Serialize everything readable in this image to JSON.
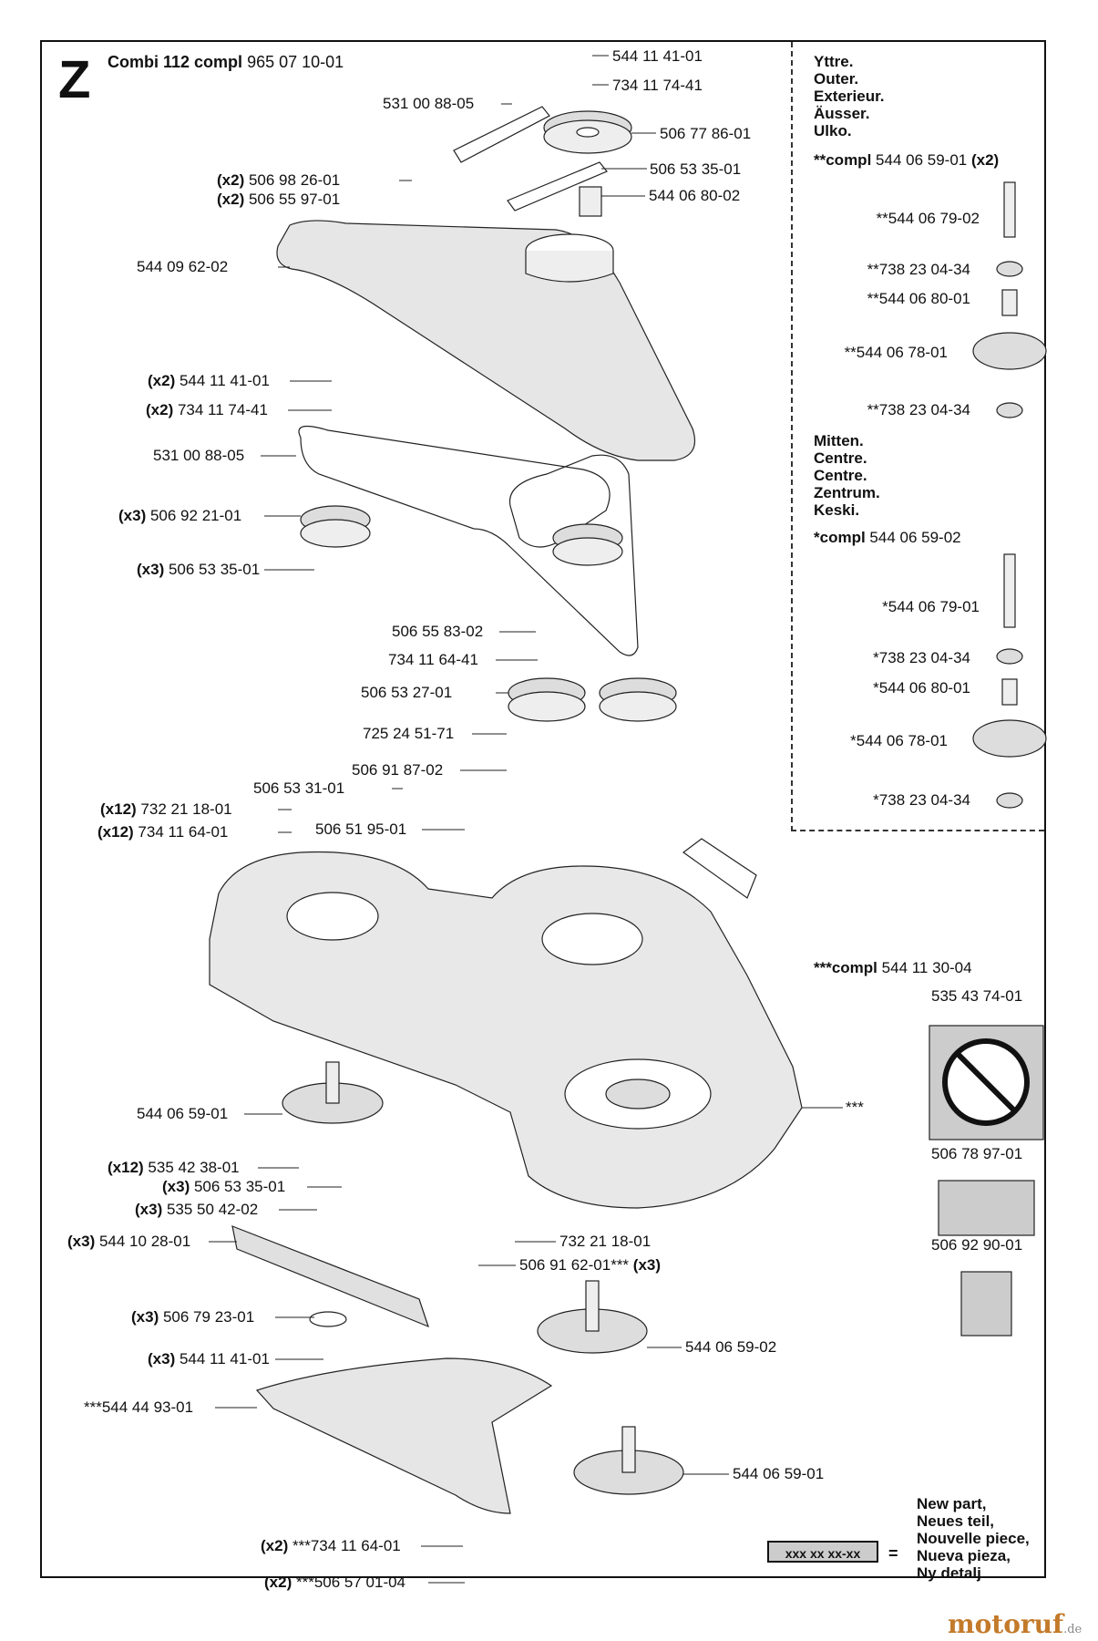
{
  "header": {
    "letter": "Z",
    "title_bold": "Combi 112  compl",
    "title_part": "965 07 10-01"
  },
  "labels": {
    "l1": "544 11 41-01",
    "l2": "734 11 74-41",
    "l3": "531 00 88-05",
    "l4": "506 77 86-01",
    "l5q": "(x2)",
    "l5": "506 98 26-01",
    "l6q": "(x2)",
    "l6": "506 55 97-01",
    "l7": "506 53 35-01",
    "l8": "544 06 80-02",
    "l9": "544 09 62-02",
    "l10q": "(x2)",
    "l10": "544 11 41-01",
    "l11q": "(x2)",
    "l11": "734 11 74-41",
    "l12": "531 00 88-05",
    "l13q": "(x3)",
    "l13": "506 92 21-01",
    "l14q": "(x3)",
    "l14": "506 53 35-01",
    "l15": "506 55 83-02",
    "l16": "734 11 64-41",
    "l17": "506 53 27-01",
    "l18": "725 24 51-71",
    "l19": "506 91 87-02",
    "l20": "506 53 31-01",
    "l21q": "(x12)",
    "l21": "732 21 18-01",
    "l22q": "(x12)",
    "l22": "734 11 64-01",
    "l23": "506 51 95-01",
    "l24": "544 06 59-01",
    "l25q": "(x12)",
    "l25": "535 42 38-01",
    "l26q": "(x3)",
    "l26": "506 53 35-01",
    "l27q": "(x3)",
    "l27": "535 50 42-02",
    "l28q": "(x3)",
    "l28": "544 10 28-01",
    "l29q": "(x3)",
    "l29": "506 79 23-01",
    "l30q": "(x3)",
    "l30": "544 11 41-01",
    "l31": "***544 44 93-01",
    "l32q": "(x2)",
    "l32": "***734 11 64-01",
    "l33q": "(x2)",
    "l33": "***506 57 01-04",
    "l34": "732 21 18-01",
    "l35": "506 91 62-01***",
    "l35q": "(x3)",
    "l36": "544 06 59-02",
    "l37": "544 06 59-01",
    "l38": "***"
  },
  "sidebar": {
    "outer": [
      "Yttre.",
      "Outer.",
      "Exterieur.",
      "Äusser.",
      "Ulko."
    ],
    "outer_compl_bold": "**compl",
    "outer_compl": "544 06 59-01",
    "outer_compl_q": "(x2)",
    "o1": "**544 06 79-02",
    "o2": "**738 23 04-34",
    "o3": "**544 06 80-01",
    "o4": "**544 06 78-01",
    "o5": "**738 23 04-34",
    "centre": [
      "Mitten.",
      "Centre.",
      "Centre.",
      "Zentrum.",
      "Keski."
    ],
    "centre_compl_bold": "*compl",
    "centre_compl": "544 06 59-02",
    "c1": "*544 06 79-01",
    "c2": "*738 23 04-34",
    "c3": "*544 06 80-01",
    "c4": "*544 06 78-01",
    "c5": "*738 23 04-34",
    "kit_bold": "***compl",
    "kit": "544 11 30-04",
    "decal1": "535 43 74-01",
    "decal2": "506 78 97-01",
    "decal3": "506 92 90-01"
  },
  "legend": {
    "box": "xxx xx xx-xx",
    "eq": "=",
    "lines": [
      "New part,",
      "Neues teil,",
      "Nouvelle piece,",
      "Nueva pieza,",
      "Ny detalj"
    ]
  },
  "watermark": {
    "main": "motoruf",
    "tld": ".de"
  }
}
